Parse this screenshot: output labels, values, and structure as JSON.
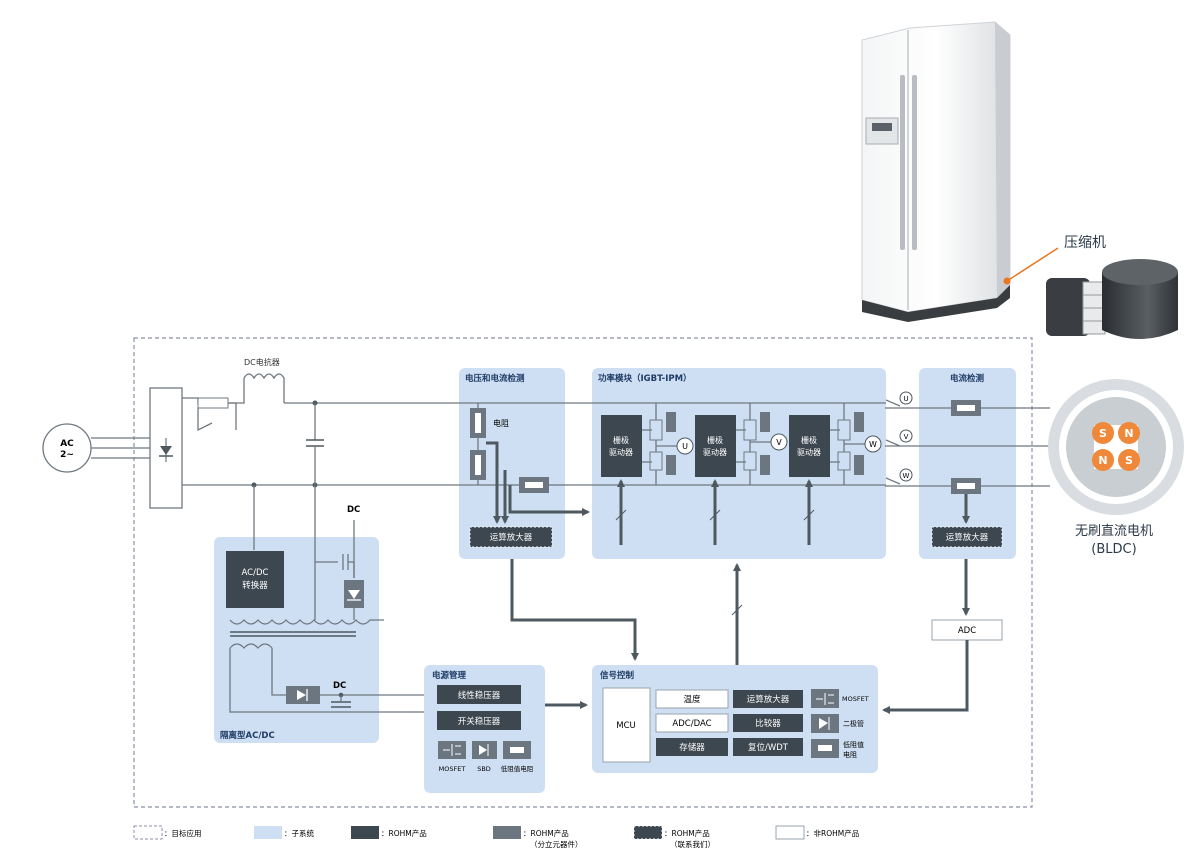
{
  "labels": {
    "compressor": "压缩机",
    "motor_name": "无刷直流电机",
    "motor_abbr": "(BLDC)",
    "ac_source_line1": "AC",
    "ac_source_line2": "2~",
    "dc_reactor": "DC电抗器",
    "dc_top": "DC",
    "dc_mid": "DC"
  },
  "blocks": {
    "voltage_current_detect": {
      "title": "电压和电流检测",
      "resistor": "电阻",
      "opamp": "运算放大器"
    },
    "power_module": {
      "title": "功率模块（IGBT-IPM）",
      "gate_driver_line1": "栅极",
      "gate_driver_line2": "驱动器",
      "phases": [
        "U",
        "V",
        "W"
      ]
    },
    "current_detect": {
      "title": "电流检测",
      "opamp": "运算放大器"
    },
    "isolated_acdc": {
      "title": "隔离型AC/DC",
      "converter_line1": "AC/DC",
      "converter_line2": "转换器"
    },
    "power_management": {
      "title": "电源管理",
      "linear_regulator": "线性稳压器",
      "switching_regulator": "开关稳压器",
      "parts": [
        "MOSFET",
        "SBD",
        "低阻值电阻"
      ]
    },
    "signal_control": {
      "title": "信号控制",
      "mcu": "MCU",
      "temperature": "温度",
      "adc_dac": "ADC/DAC",
      "memory": "存储器",
      "opamp": "运算放大器",
      "comparator": "比较器",
      "reset_wdt": "复位/WDT",
      "mosfet": "MOSFET",
      "diode": "二极管",
      "low_res_line1": "低阻值",
      "low_res_line2": "电阻"
    },
    "adc": "ADC"
  },
  "legend": [
    {
      "label": "：目标应用",
      "style": "dashed"
    },
    {
      "label": "：子系统",
      "style": "subsystem"
    },
    {
      "label": "：ROHM产品",
      "style": "dark"
    },
    {
      "label": "：ROHM产品",
      "label2": "（分立元器件）",
      "style": "mid"
    },
    {
      "label": "：ROHM产品",
      "label2": "（联系我们）",
      "style": "dotted"
    },
    {
      "label": "：非ROHM产品",
      "style": "white"
    }
  ],
  "colors": {
    "subsystem": "#cfdff3",
    "rohm_product": "#3d4750",
    "discrete": "#6b7680",
    "accent": "#e87722",
    "motor_coil": "#f0883a"
  }
}
